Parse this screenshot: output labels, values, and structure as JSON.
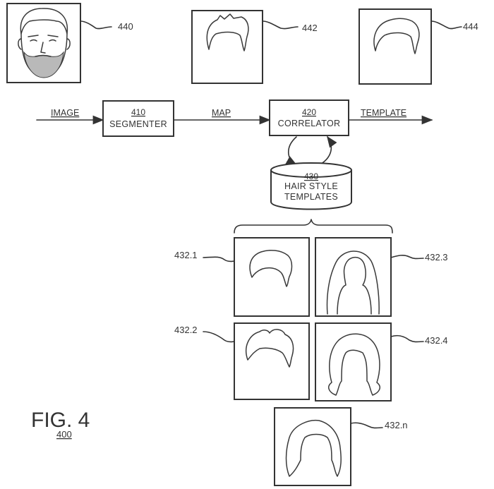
{
  "figure": {
    "title": "FIG. 4",
    "number": "400"
  },
  "images": {
    "input": "440",
    "map": "442",
    "template": "444"
  },
  "flow": {
    "image": "IMAGE",
    "map": "MAP",
    "template": "TEMPLATE"
  },
  "segmenter": {
    "number": "410",
    "name": "SEGMENTER"
  },
  "correlator": {
    "number": "420",
    "name": "CORRELATOR"
  },
  "database": {
    "number": "430",
    "line1": "HAIR STYLE",
    "line2": "TEMPLATES"
  },
  "templates": {
    "t1": "432.1",
    "t2": "432.2",
    "t3": "432.3",
    "t4": "432.4",
    "tn": "432.n"
  }
}
